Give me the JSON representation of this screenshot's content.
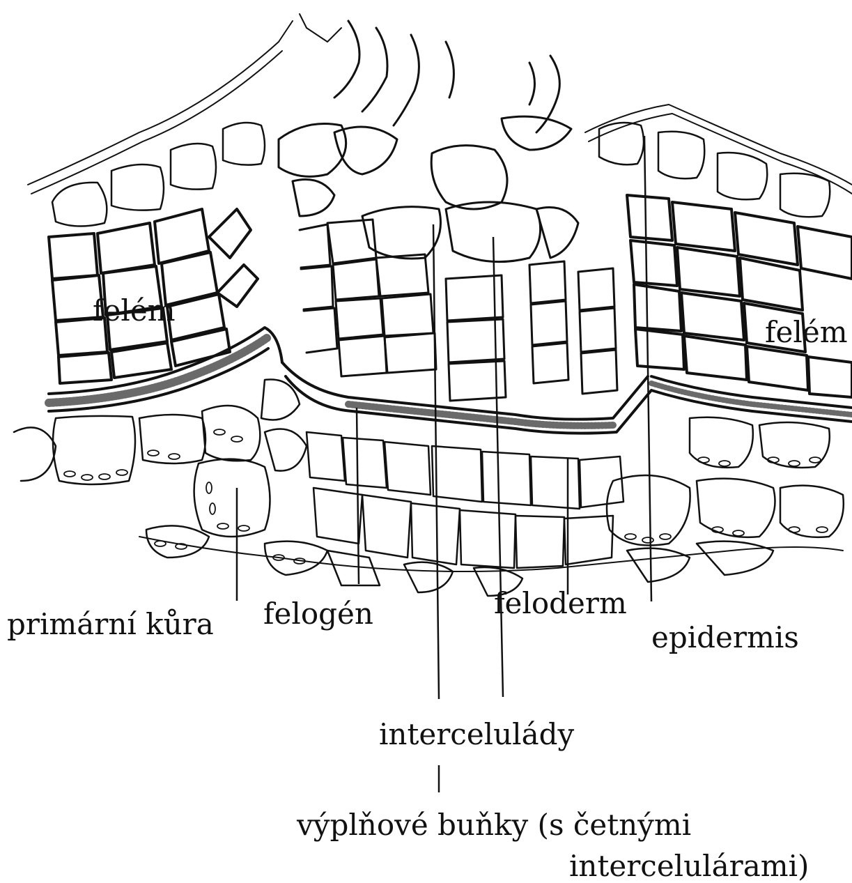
{
  "labels": {
    "felem_left": "felém",
    "felem_right": "felém",
    "primarni_kura": "primární kůra",
    "felogen": "felogén",
    "feloderm": "feloderm",
    "epidermis": "epidermis",
    "intercelulary": "intercelulády",
    "vyplnove_bunky_line1": "výplňové buňky (s četnými",
    "vyplnove_bunky_line2": "intercelulárami)"
  },
  "colors": {
    "ink": "#111111",
    "paper": "#ffffff",
    "phellogen_band": "#6a6a6a"
  }
}
